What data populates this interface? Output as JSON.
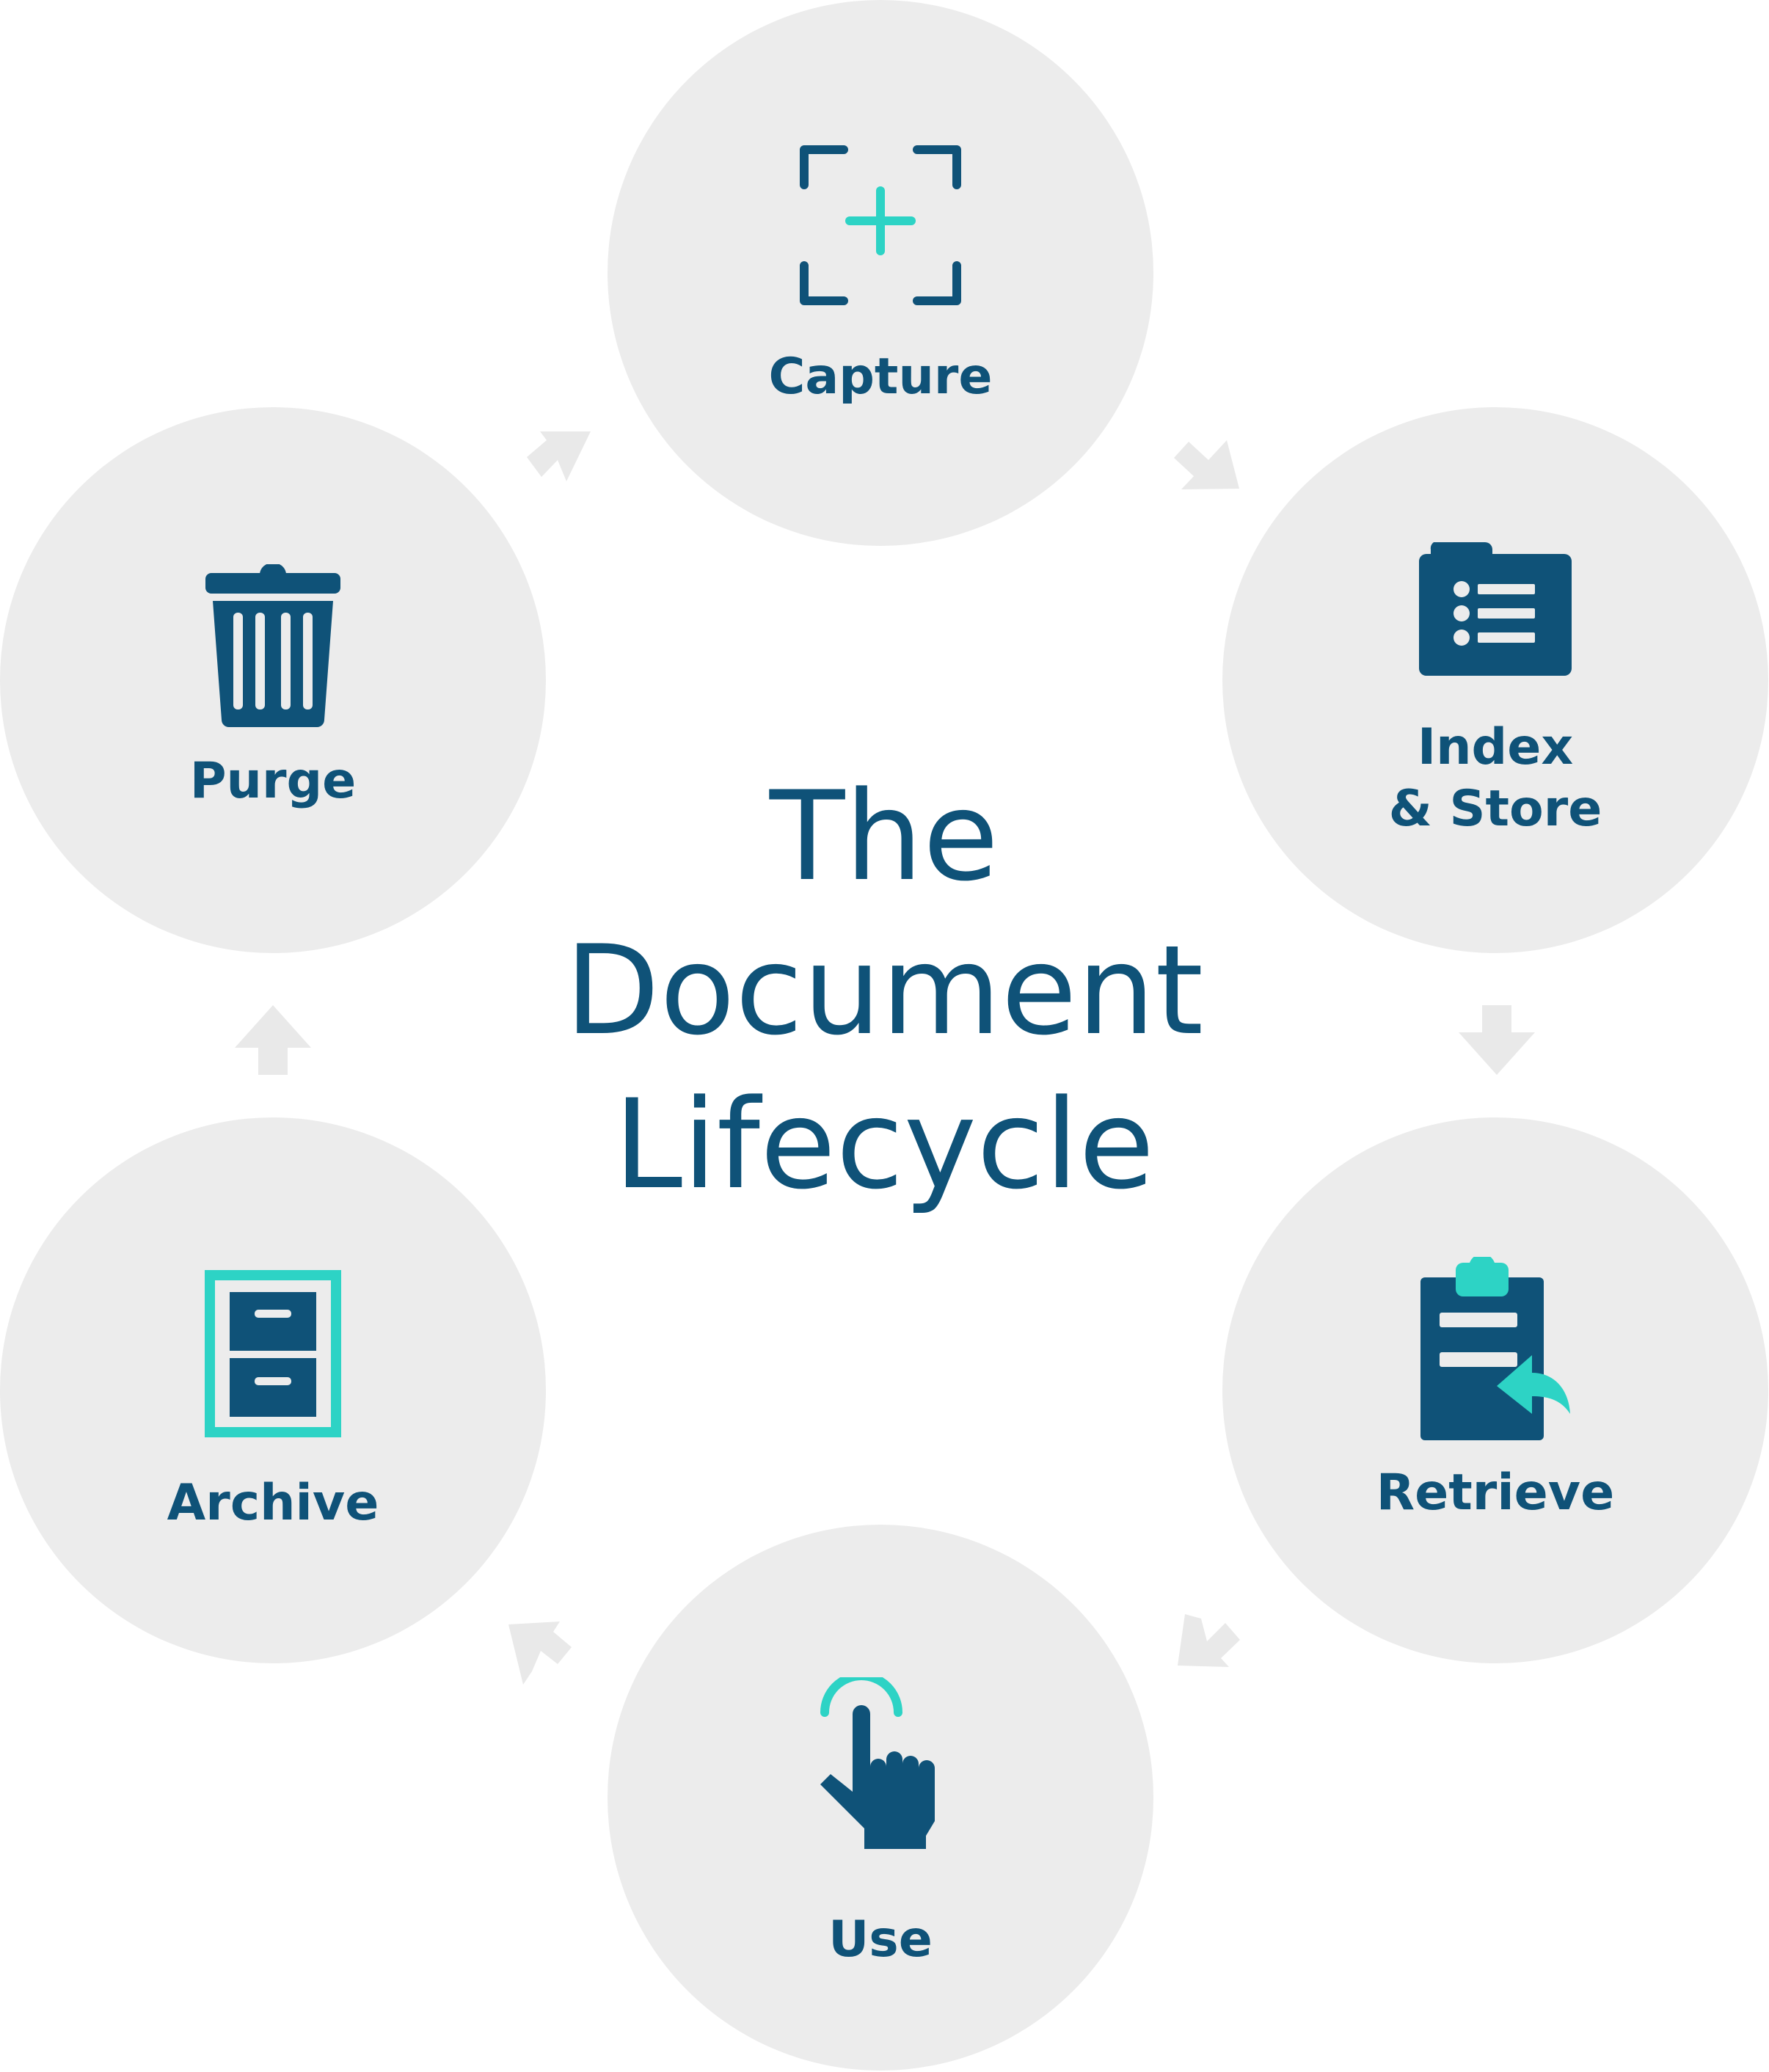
{
  "title": {
    "lines": [
      "The",
      "Document",
      "Lifecycle"
    ]
  },
  "colors": {
    "navy": "#0f5278",
    "teal": "#2dd3c5",
    "circle": "#ececec",
    "arrow": "#e9e9e9",
    "background": "#ffffff"
  },
  "stages": [
    {
      "id": "capture",
      "label_lines": [
        "Capture"
      ],
      "icon": "capture-frame-plus-icon"
    },
    {
      "id": "index-store",
      "label_lines": [
        "Index",
        "& Store"
      ],
      "icon": "folder-list-icon"
    },
    {
      "id": "retrieve",
      "label_lines": [
        "Retrieve"
      ],
      "icon": "clipboard-return-icon"
    },
    {
      "id": "use",
      "label_lines": [
        "Use"
      ],
      "icon": "hand-pointer-tap-icon"
    },
    {
      "id": "archive",
      "label_lines": [
        "Archive"
      ],
      "icon": "filing-cabinet-icon"
    },
    {
      "id": "purge",
      "label_lines": [
        "Purge"
      ],
      "icon": "trash-can-icon"
    }
  ],
  "flow": [
    {
      "from": "capture",
      "to": "index-store"
    },
    {
      "from": "index-store",
      "to": "retrieve"
    },
    {
      "from": "retrieve",
      "to": "use"
    },
    {
      "from": "use",
      "to": "archive"
    },
    {
      "from": "archive",
      "to": "purge"
    },
    {
      "from": "purge",
      "to": "capture"
    }
  ]
}
